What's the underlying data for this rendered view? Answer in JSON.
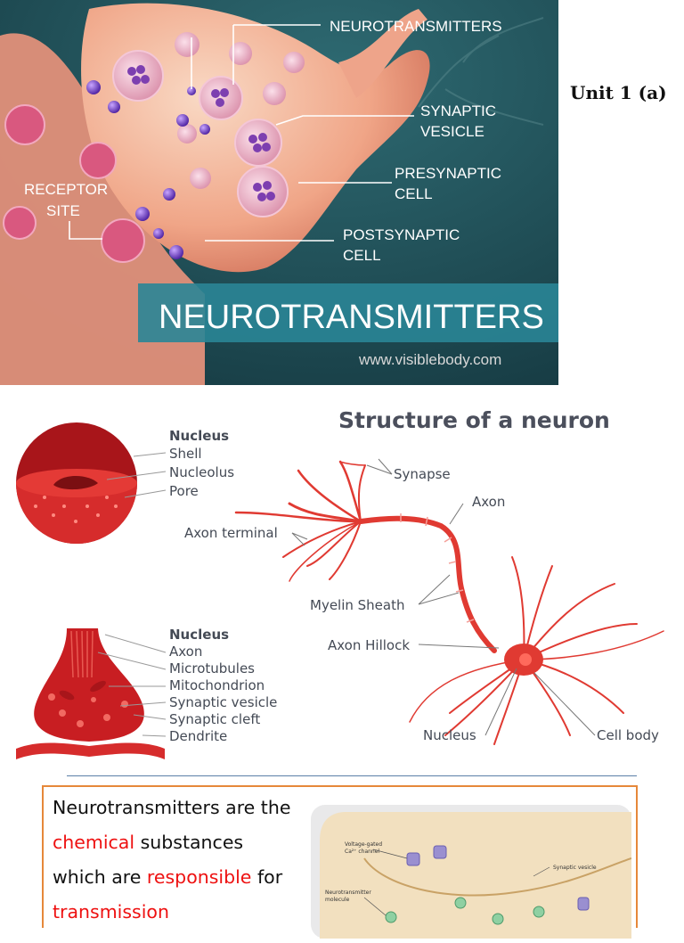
{
  "hero": {
    "labels": {
      "neurotransmitters_top": "NEUROTRANSMITTERS",
      "synaptic_vesicle_1": "SYNAPTIC",
      "synaptic_vesicle_2": "VESICLE",
      "presynaptic_1": "PRESYNAPTIC",
      "presynaptic_2": "CELL",
      "receptor_1": "RECEPTOR",
      "receptor_2": "SITE",
      "postsynaptic_1": "POSTSYNAPTIC",
      "postsynaptic_2": "CELL"
    },
    "banner_title": "NEUROTRANSMITTERS",
    "credit": "www.visiblebody.com",
    "colors": {
      "background": "#1d4d55",
      "banner": "#2a8596",
      "cell": "#f0a587"
    }
  },
  "unit_label": "Unit 1 (a)",
  "neuron": {
    "title": "Structure of a neuron",
    "nucleus_legend": {
      "heading": "Nucleus",
      "items": [
        "Shell",
        "Nucleolus",
        "Pore"
      ]
    },
    "terminal_legend": {
      "heading": "Nucleus",
      "items": [
        "Axon",
        "Microtubules",
        "Mitochondrion",
        "Synaptic vesicle",
        "Synaptic cleft",
        "Dendrite"
      ]
    },
    "callouts": {
      "synapse": "Synapse",
      "axon": "Axon",
      "axon_terminal": "Axon terminal",
      "myelin": "Myelin Sheath",
      "hillock": "Axon Hillock",
      "nucleus": "Nucleus",
      "cell_body": "Cell body"
    },
    "colors": {
      "neuron": "#e03a32",
      "text": "#444a55"
    }
  },
  "description": {
    "line1": "Neurotransmitters are the",
    "line2_highlight": "chemical",
    "line2_rest": " substances",
    "line3_start": "which are ",
    "line3_highlight": "responsible",
    "line3_end": " for",
    "line4_highlight": "transmission",
    "highlight_color": "#e11111"
  },
  "inset_labels": {
    "channel_1": "Voltage-gated",
    "channel_2": "Ca²⁺ channel",
    "vesicle": "Synaptic vesicle",
    "molecule_1": "Neurotransmitter",
    "molecule_2": "molecule"
  }
}
